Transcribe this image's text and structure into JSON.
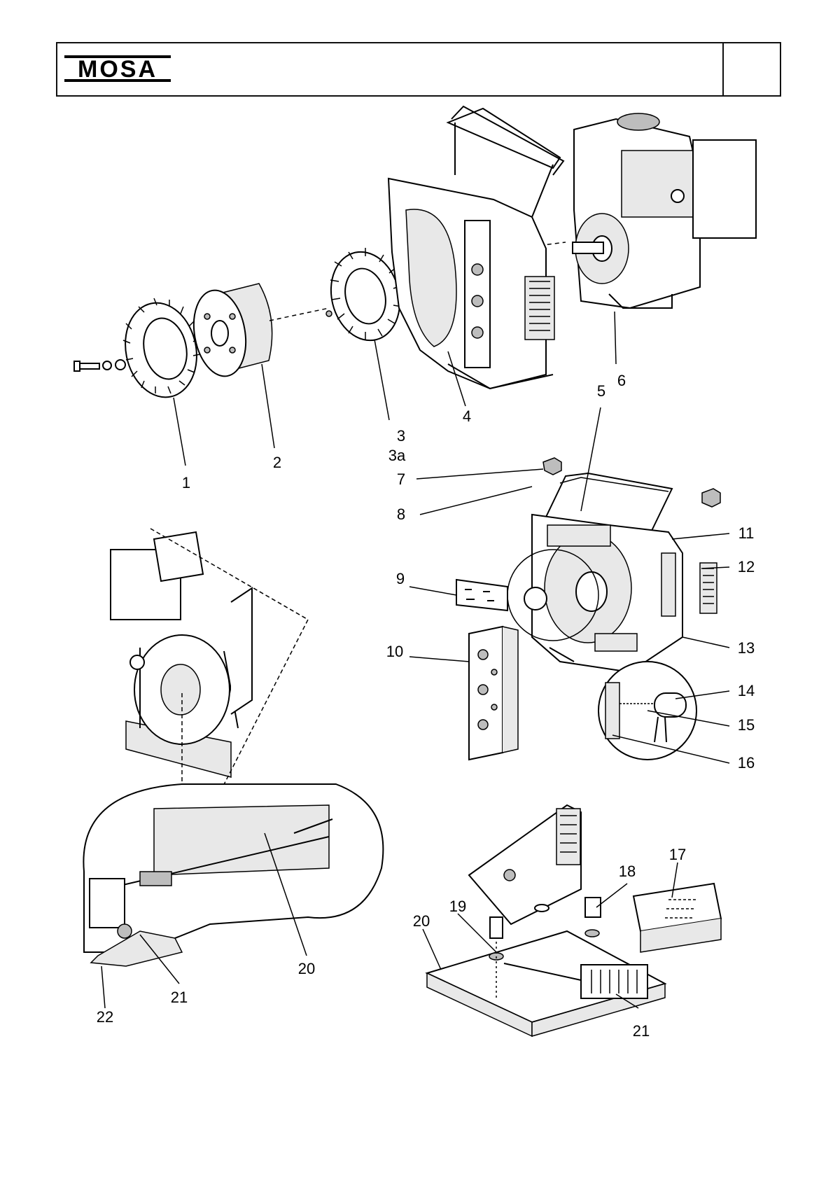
{
  "header": {
    "logo_text": "MOSA",
    "page_number": ""
  },
  "callouts": {
    "c1": "1",
    "c2": "2",
    "c3": "3",
    "c3a": "3a",
    "c4": "4",
    "c5": "5",
    "c6": "6",
    "c7": "7",
    "c8": "8",
    "c9": "9",
    "c10": "10",
    "c11": "11",
    "c12": "12",
    "c13": "13",
    "c14": "14",
    "c15": "15",
    "c16": "16",
    "c17": "17",
    "c18": "18",
    "c19": "19",
    "c20a": "20",
    "c20b": "20",
    "c21a": "21",
    "c21b": "21",
    "c22": "22"
  },
  "colors": {
    "line": "#000000",
    "shade": "#e8e8e8",
    "dark": "#bdbdbd"
  }
}
